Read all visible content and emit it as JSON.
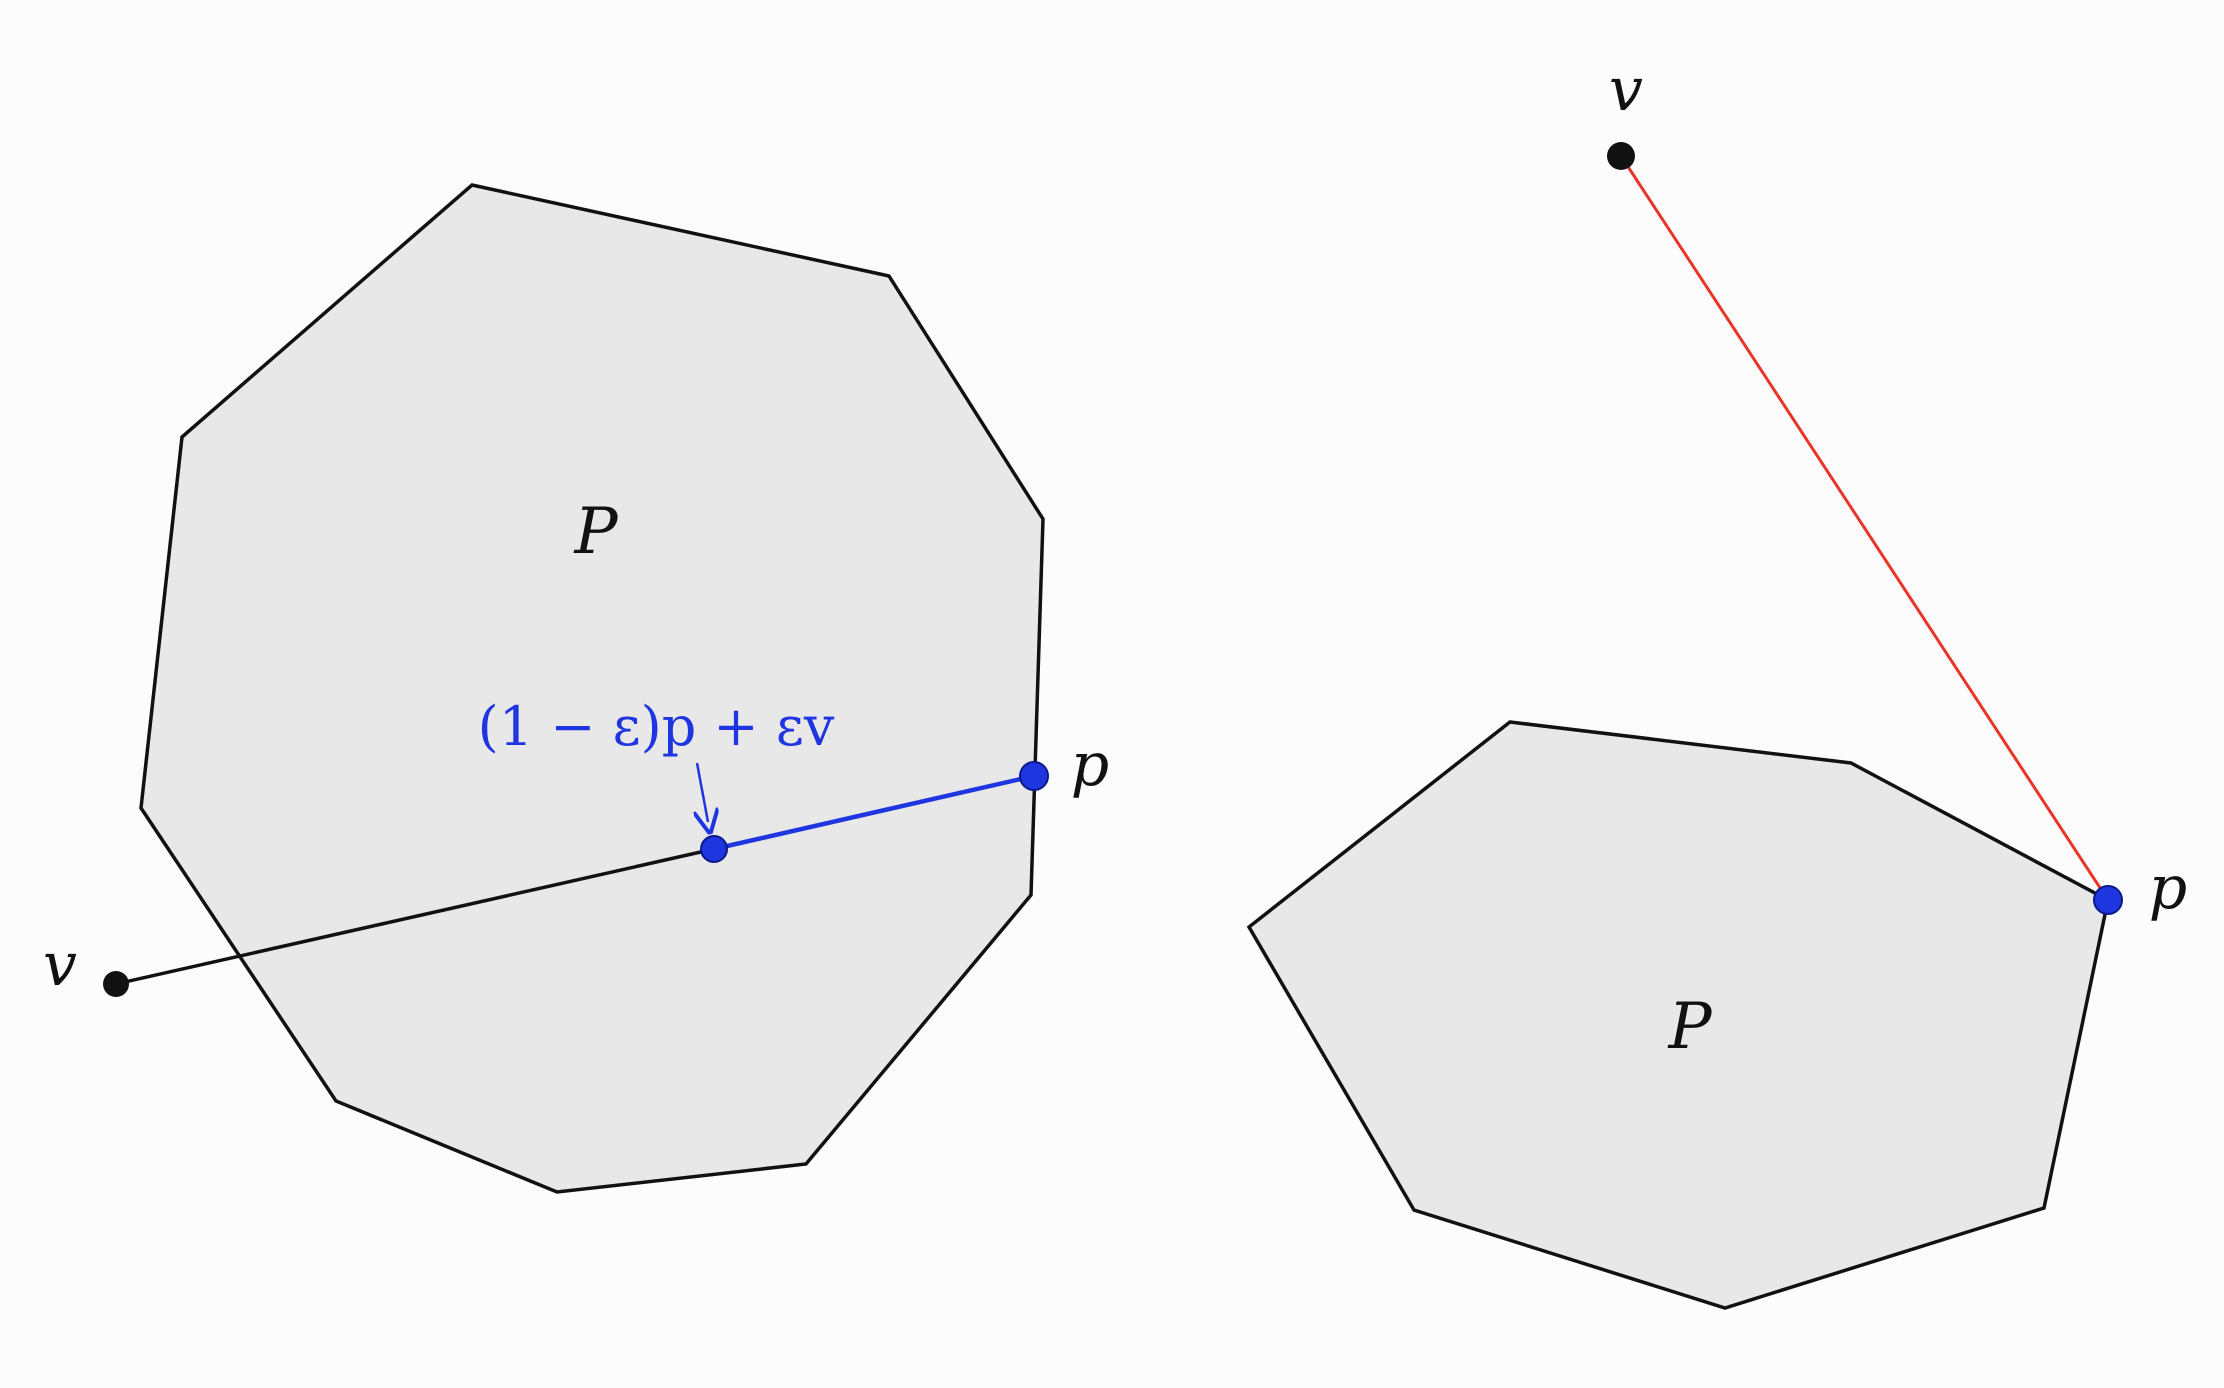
{
  "colors": {
    "polygon_fill": "#e8e8e8",
    "polygon_stroke": "#111111",
    "segment_black": "#111111",
    "segment_blue": "#1f35e0",
    "segment_red": "#e8352a",
    "point_blue": "#1f35e0",
    "point_black": "#111111",
    "formula_text": "#1f35e0",
    "label_text": "#111111"
  },
  "left_panel": {
    "polygon_label": "P",
    "point_v_label": "v",
    "point_p_label": "p",
    "formula": "(1 − ε)p + εv"
  },
  "right_panel": {
    "polygon_label": "P",
    "point_v_label": "v",
    "point_p_label": "p"
  }
}
